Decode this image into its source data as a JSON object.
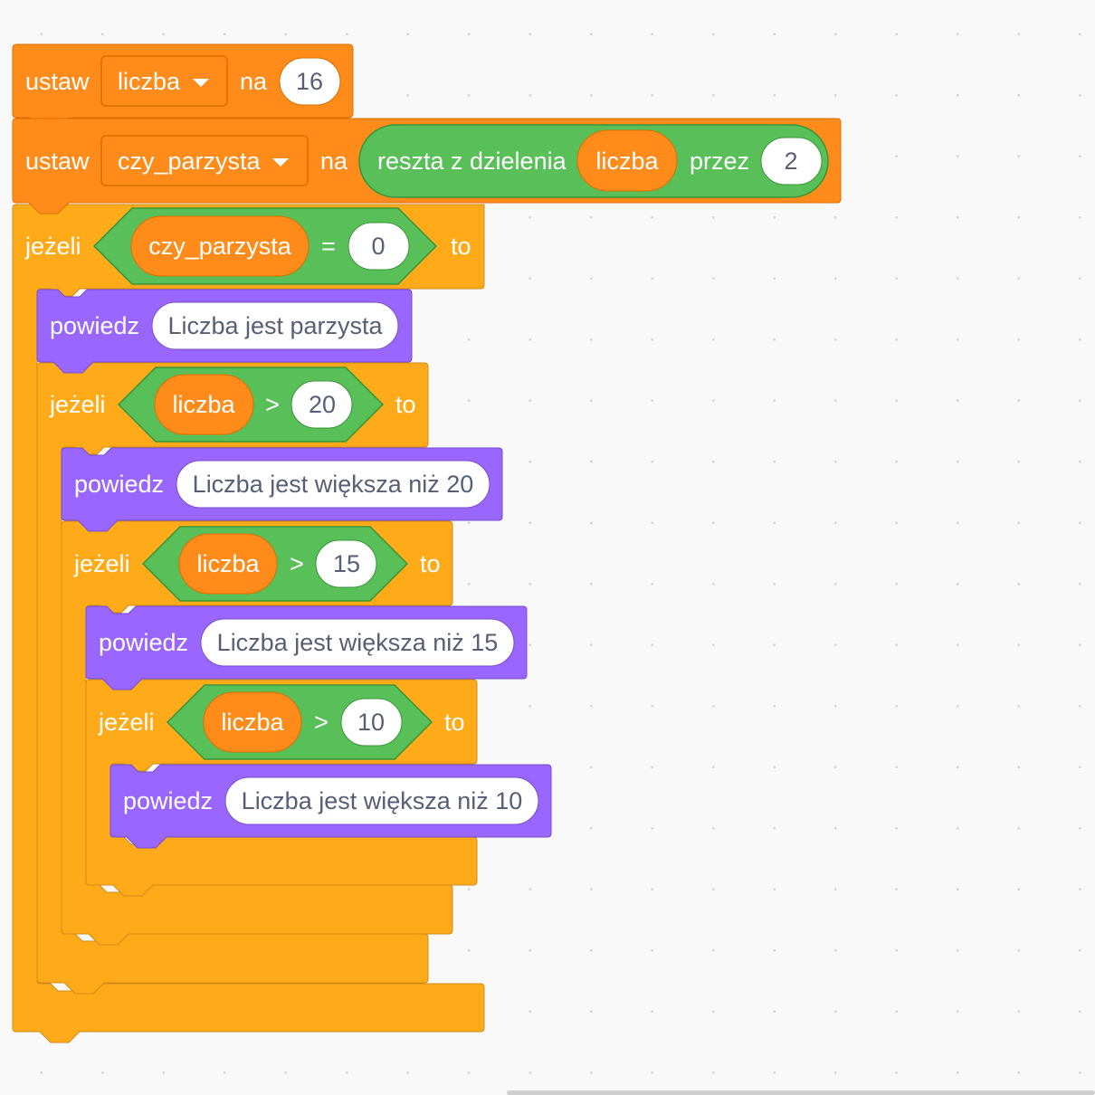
{
  "colors": {
    "variables": "#ff8c1a",
    "variables_dark": "#db6e00",
    "operators": "#59c059",
    "operators_dark": "#389438",
    "control": "#ffab19",
    "control_dark": "#cf8b17",
    "looks": "#9966ff",
    "looks_dark": "#774dcb",
    "input_text": "#575e75",
    "background": "#f9f9f9"
  },
  "script": {
    "set_number": {
      "label": "ustaw",
      "variable": "liczba",
      "to_label": "na",
      "value": "16"
    },
    "set_parity": {
      "label": "ustaw",
      "variable": "czy_parzysta",
      "to_label": "na",
      "mod_label": "reszta z dzielenia",
      "mod_reporter": "liczba",
      "by_label": "przez",
      "divisor": "2"
    },
    "if_parity": {
      "label": "jeżeli",
      "reporter": "czy_parzysta",
      "operator": "=",
      "value": "0",
      "then_label": "to",
      "say": {
        "label": "powiedz",
        "message": "Liczba jest parzysta"
      }
    },
    "if_gt20": {
      "label": "jeżeli",
      "reporter": "liczba",
      "operator": ">",
      "value": "20",
      "then_label": "to",
      "say": {
        "label": "powiedz",
        "message": "Liczba jest większa niż 20"
      }
    },
    "if_gt15": {
      "label": "jeżeli",
      "reporter": "liczba",
      "operator": ">",
      "value": "15",
      "then_label": "to",
      "say": {
        "label": "powiedz",
        "message": "Liczba jest większa niż 15"
      }
    },
    "if_gt10": {
      "label": "jeżeli",
      "reporter": "liczba",
      "operator": ">",
      "value": "10",
      "then_label": "to",
      "say": {
        "label": "powiedz",
        "message": "Liczba jest większa niż 10"
      }
    }
  }
}
